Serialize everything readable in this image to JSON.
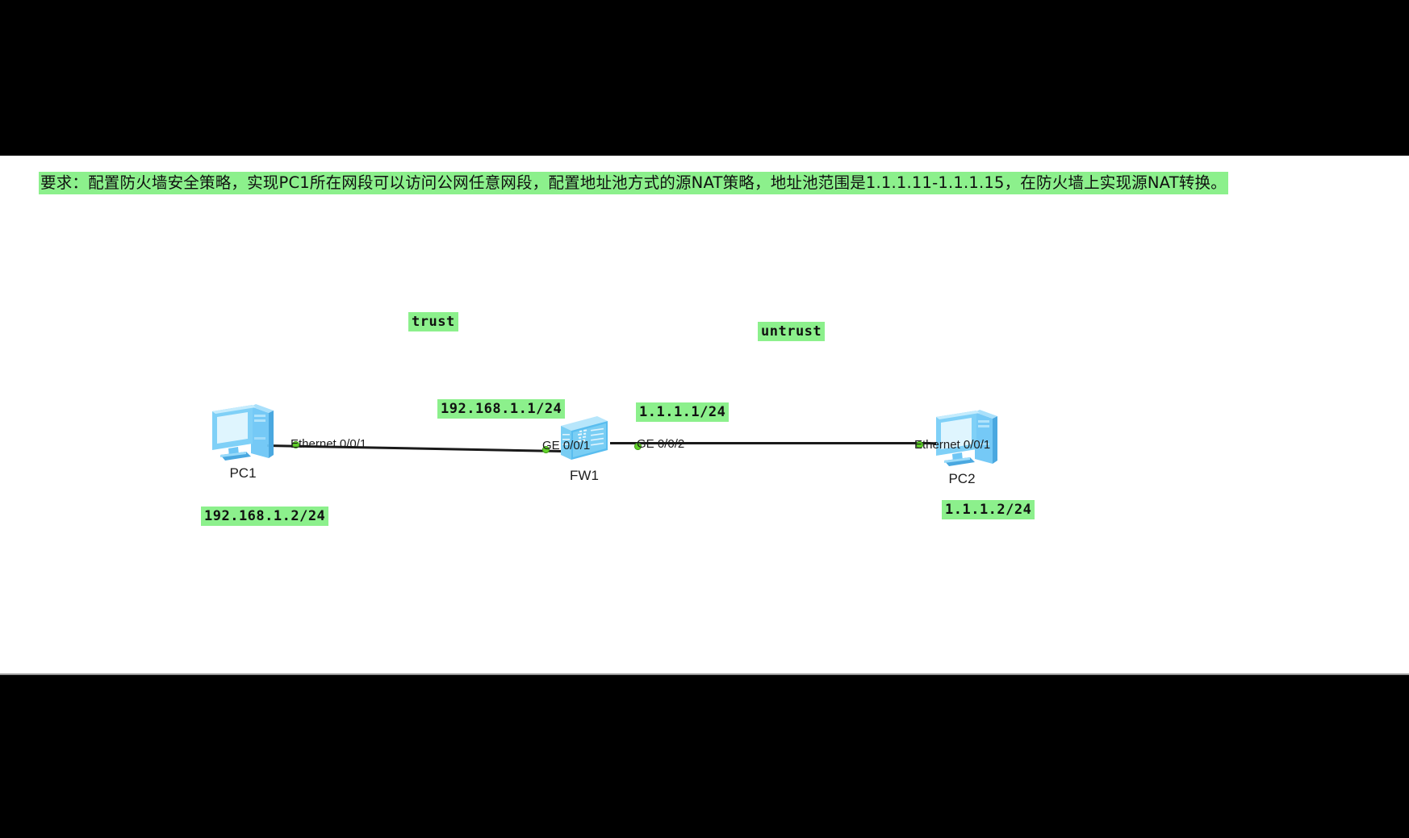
{
  "requirement": {
    "text": "要求：配置防火墙安全策略，实现PC1所在网段可以访问公网任意网段，配置地址池方式的源NAT策略，地址池范围是1.1.1.11-1.1.1.15，在防火墙上实现源NAT转换。"
  },
  "zones": {
    "trust": "trust",
    "untrust": "untrust"
  },
  "nodes": {
    "pc1": {
      "name": "PC1",
      "icon": "pc-icon"
    },
    "fw1": {
      "name": "FW1",
      "icon": "firewall-icon"
    },
    "pc2": {
      "name": "PC2",
      "icon": "pc-icon"
    }
  },
  "interfaces": {
    "pc1_eth": "Ethernet 0/0/1",
    "fw1_ge1": "GE 0/0/1",
    "fw1_ge2": "GE 0/0/2",
    "pc2_eth": "Ethernet 0/0/1"
  },
  "addresses": {
    "fw1_ge1_ip": "192.168.1.1/24",
    "fw1_ge2_ip": "1.1.1.1/24",
    "pc1_ip": "192.168.1.2/24",
    "pc2_ip": "1.1.1.2/24"
  },
  "colors": {
    "highlight": "#8cf08c",
    "link": "#1a1a1a",
    "link_dot": "#62d22a",
    "device_blue": "#55bdf5",
    "canvas": "#ffffff",
    "letterbox": "#000000"
  }
}
